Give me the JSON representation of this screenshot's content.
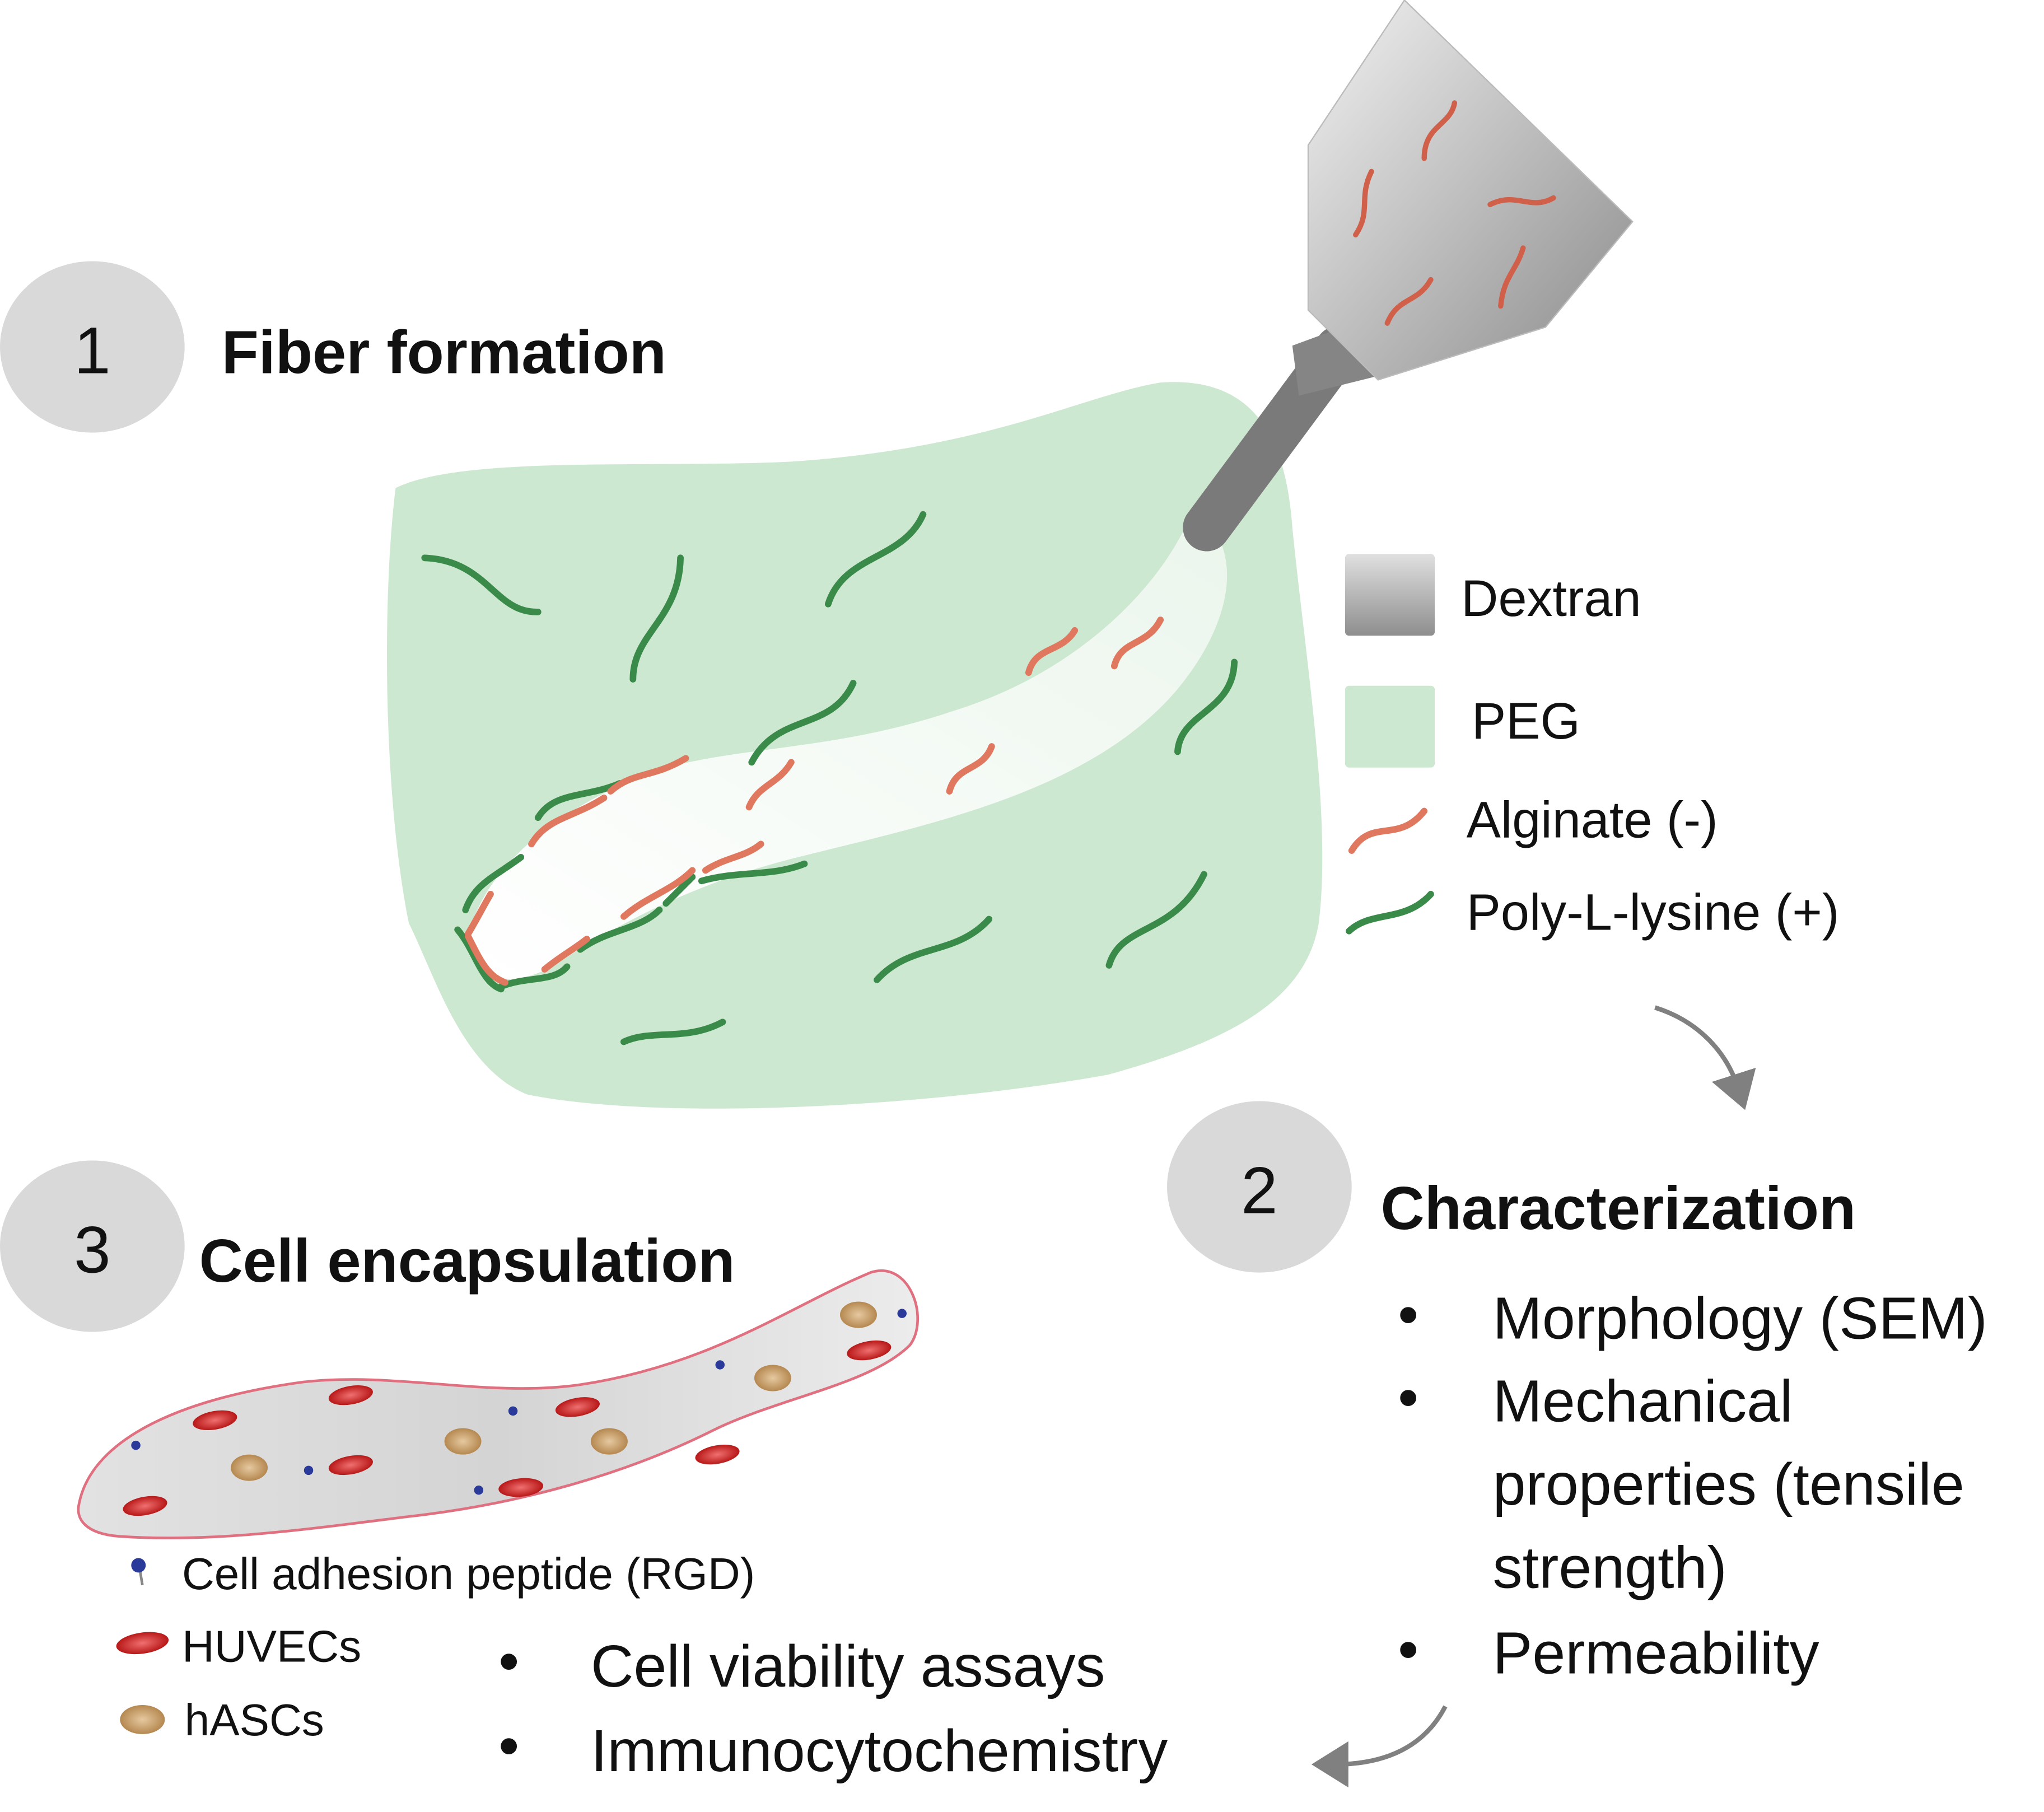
{
  "steps": [
    {
      "number": "1",
      "title": "Fiber formation"
    },
    {
      "number": "2",
      "title": "Characterization"
    },
    {
      "number": "3",
      "title": "Cell encapsulation"
    }
  ],
  "legend": {
    "dextran": "Dextran",
    "peg": "PEG",
    "alginate": "Alginate (-)",
    "pll": "Poly-L-lysine (+)"
  },
  "characterization": {
    "bullet": "•",
    "items": [
      "Morphology (SEM)",
      "Mechanical",
      "properties (tensile",
      "strength)",
      "Permeability"
    ]
  },
  "cell_legend": {
    "rgd": "Cell adhesion peptide (RGD)",
    "huvec": "HUVECs",
    "hasc": "hASCs"
  },
  "assays": {
    "bullet": "•",
    "items": [
      "Cell viability assays",
      "Immunocytochemistry"
    ]
  },
  "colors": {
    "peg": "#cde8d0",
    "alginate": "#e07860",
    "pll": "#3a8a4a",
    "step_circle": "#d9d9d9",
    "huvec": "#d03030",
    "hasc": "#c8a070",
    "rgd": "#2a3a9a"
  }
}
